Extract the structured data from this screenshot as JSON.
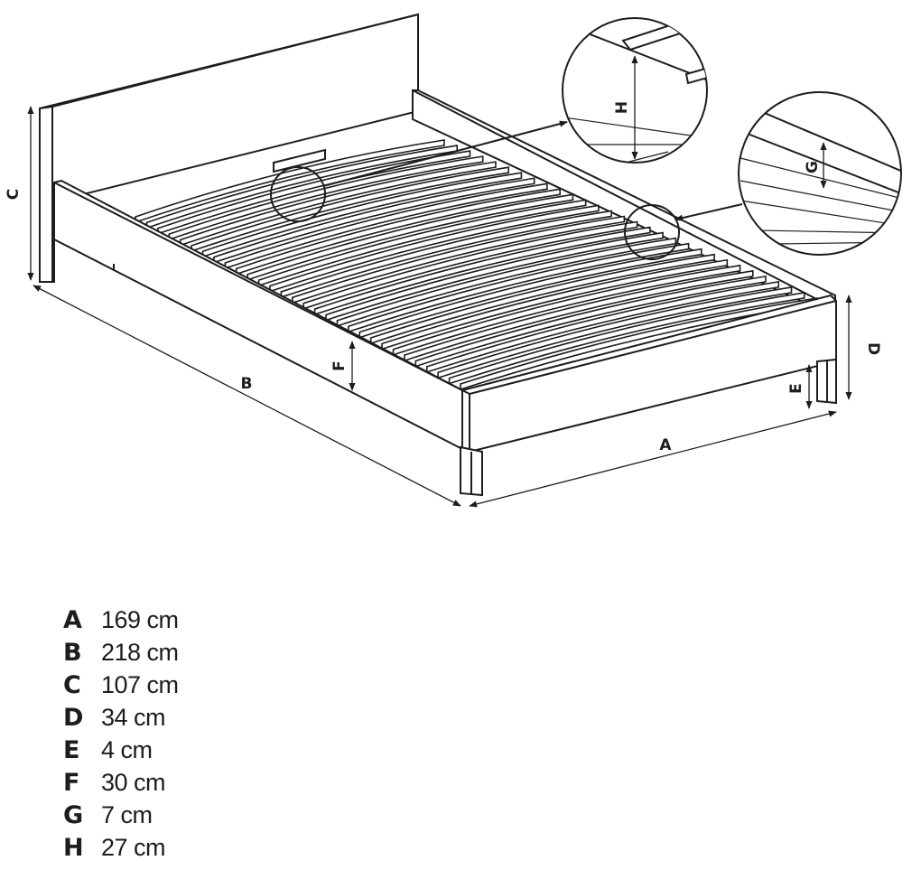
{
  "diagram": {
    "labels": {
      "A": "A",
      "B": "B",
      "C": "C",
      "D": "D",
      "E": "E",
      "F": "F",
      "G": "G",
      "H": "H"
    }
  },
  "legend": [
    {
      "letter": "A",
      "value": "169 cm"
    },
    {
      "letter": "B",
      "value": "218 cm"
    },
    {
      "letter": "C",
      "value": "107 cm"
    },
    {
      "letter": "D",
      "value": "34 cm"
    },
    {
      "letter": "E",
      "value": "4 cm"
    },
    {
      "letter": "F",
      "value": "30 cm"
    },
    {
      "letter": "G",
      "value": "7 cm"
    },
    {
      "letter": "H",
      "value": "27 cm"
    }
  ]
}
